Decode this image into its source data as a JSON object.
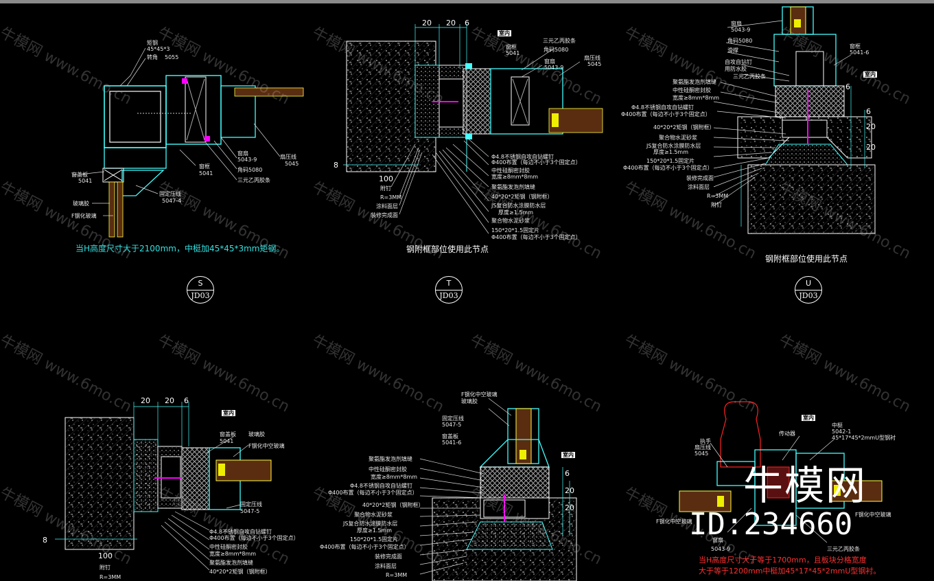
{
  "watermark": {
    "text": "牛模网 www.6mo.cn"
  },
  "brand": {
    "name": "牛模网",
    "id": "ID:234660"
  },
  "details": [
    {
      "key": "S",
      "bubble": {
        "letter": "S",
        "ref": "JD03"
      },
      "note": "当H高度尺寸大于2100mm，中梃加45*45*3mm矩钢。",
      "labels": {
        "l1": "矩钢",
        "l2": "45*45*3",
        "l3": "转角",
        "l4": "5055",
        "l5": "窗扇",
        "l6": "5043-9",
        "l7": "角码5080",
        "l8": "三元乙丙胶条",
        "l9": "扇压线",
        "l10": "5045",
        "l11": "窗框",
        "l12": "5041",
        "l13": "窗盖板",
        "l14": "5041",
        "l15": "固定压线",
        "l16": "5047-4",
        "l17": "玻璃胶",
        "l18": "F钢化玻璃"
      }
    },
    {
      "key": "T",
      "bubble": {
        "letter": "T",
        "ref": "JD03"
      },
      "note": "钢附框部位使用此节点",
      "room": "室内",
      "dims": {
        "d1": "20",
        "d2": "20",
        "d3": "6",
        "d4": "100",
        "d5": "8"
      },
      "labels": {
        "l1": "三元乙丙胶条",
        "l2": "窗框",
        "l3": "5041",
        "l4": "角码5080",
        "l5": "窗扇",
        "l6": "5043-9",
        "l7": "扇压线",
        "l8": "5045",
        "l9": "Φ4.8不锈钢自攻自钻螺钉",
        "l10": "Φ400布置（每边不小于3个固定点）",
        "l11": "中性硅酮密封胶",
        "l12": "宽度≥8mm*8mm",
        "l13": "聚氨酯发泡剂填缝",
        "l14": "40*20*2矩钢（钢附框）",
        "l15": "JS复合防水涂膜防水层",
        "l16": "厚度≥1.5mm",
        "l17": "聚合物水泥砂浆",
        "l18": "150*20*1.5固定片",
        "l19": "Φ400布置（每边不小于3个固定点）",
        "l20": "附钉",
        "l21": "R=3MM",
        "l22": "涂料面层",
        "l23": "装修完成面"
      }
    },
    {
      "key": "U",
      "bubble": {
        "letter": "U",
        "ref": "JD03"
      },
      "note": "钢附框部位使用此节点",
      "room": "室内",
      "dims": {
        "d1": "6",
        "d2": "6",
        "d3": "20",
        "d4": "20"
      },
      "labels": {
        "l1": "窗扇",
        "l2": "5043-9",
        "l3": "角码5080",
        "l4": "滑撑",
        "l5": "自攻自钻钉",
        "l6": "用防水胶",
        "l7": "三元乙丙胶条",
        "l8": "聚氨酯发泡剂填缝",
        "l9": "中性硅酮密封胶",
        "l10": "宽度≥8mm*8mm",
        "l11": "Φ4.8不锈钢自攻自钻螺钉",
        "l12": "Φ400布置（每边不小于3个固定点）",
        "l13": "40*20*2矩钢（钢附框）",
        "l14": "聚合物水泥砂浆",
        "l15": "JS复合防水涂膜防水层",
        "l16": "厚度≥1.5mm",
        "l17": "150*20*1.5固定片",
        "l18": "Φ400布置（每边不小于3个固定点）",
        "l19": "装修完成面",
        "l20": "涂料面层",
        "l21": "R=3MM",
        "l22": "附钉",
        "l23": "窗框",
        "l24": "5041-6"
      }
    },
    {
      "key": "V",
      "room": "室内",
      "dims": {
        "d1": "20",
        "d2": "20",
        "d3": "6",
        "d4": "100",
        "d5": "8"
      },
      "labels": {
        "l1": "窗盖板",
        "l2": "5041",
        "l3": "玻璃胶",
        "l4": "F钢化中空玻璃",
        "l5": "固定压线",
        "l6": "5047-5",
        "l7": "Φ4.8不锈钢自攻自钻螺钉",
        "l8": "Φ400布置（每边不小于3个固定点）",
        "l9": "中性硅酮密封胶",
        "l10": "宽度≥8mm*8mm",
        "l11": "聚氨酯发泡剂填缝",
        "l12": "40*20*2矩钢（钢附框）",
        "l13": "附钉",
        "l14": "R=3MM"
      }
    },
    {
      "key": "W",
      "room": "室内",
      "dims": {
        "d1": "6",
        "d2": "20",
        "d3": "20"
      },
      "labels": {
        "l1": "F钢化中空玻璃",
        "l2": "玻璃胶",
        "l3": "固定压线",
        "l4": "5047-5",
        "l5": "窗盖板",
        "l6": "5041-6",
        "l7": "聚氨酯发泡剂填缝",
        "l8": "中性硅酮密封胶",
        "l9": "宽度≥8mm*8mm",
        "l10": "Φ4.8不锈钢自攻自钻螺钉",
        "l11": "Φ400布置（每边不小于3个固定点）",
        "l12": "40*20*2矩钢（钢附框）",
        "l13": "聚合物水泥砂浆",
        "l14": "JS复合防水涂膜防水层",
        "l15": "厚度≥1.5mm",
        "l16": "150*20*1.5固定片",
        "l17": "Φ400布置（每边不小于3个固定点）",
        "l18": "装修完成面",
        "l19": "涂料面层",
        "l20": "R=3MM"
      }
    },
    {
      "key": "X",
      "room": "室内",
      "note1": "当H高度尺寸大于等于1700mm，且板块分格宽度",
      "note2": "大于等于1200mm中梃加45*17*45*2mmU型钢衬。",
      "labels": {
        "l1": "执手",
        "l2": "扇压线",
        "l3": "5045",
        "l4": "传动器",
        "l5": "中梃",
        "l6": "5042-1",
        "l7": "45*17*45*2mmU型钢衬",
        "l8": "F钢化中空玻璃",
        "l9": "F钢化中空玻璃",
        "l10": "5043-9",
        "l11": "窗扇",
        "l12": "三元乙丙胶条"
      }
    }
  ]
}
